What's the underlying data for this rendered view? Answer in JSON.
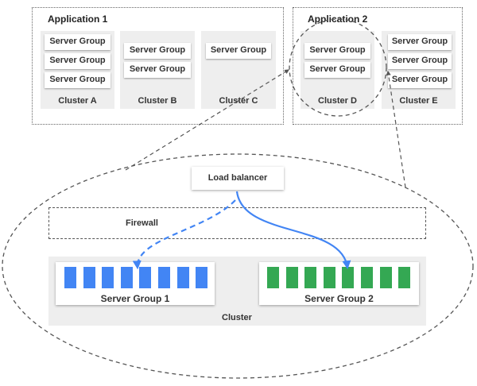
{
  "applications": [
    {
      "title": "Application 1",
      "clusters": [
        {
          "label": "Cluster A",
          "server_groups": [
            "Server Group",
            "Server Group",
            "Server Group"
          ]
        },
        {
          "label": "Cluster B",
          "server_groups": [
            "Server Group",
            "Server Group"
          ]
        },
        {
          "label": "Cluster C",
          "server_groups": [
            "Server Group"
          ]
        }
      ]
    },
    {
      "title": "Application 2",
      "clusters": [
        {
          "label": "Cluster D",
          "server_groups": [
            "Server Group",
            "Server Group"
          ]
        },
        {
          "label": "Cluster E",
          "server_groups": [
            "Server Group",
            "Server Group",
            "Server Group"
          ]
        }
      ]
    }
  ],
  "detail": {
    "load_balancer": "Load balancer",
    "firewall": "Firewall",
    "cluster_label": "Cluster",
    "server_group_1": {
      "label": "Server Group 1",
      "instances": 8,
      "color": "#4285f4"
    },
    "server_group_2": {
      "label": "Server Group 2",
      "instances": 8,
      "color": "#34a853"
    }
  },
  "colors": {
    "arrow": "#4285f4",
    "dashed": "#555555"
  }
}
